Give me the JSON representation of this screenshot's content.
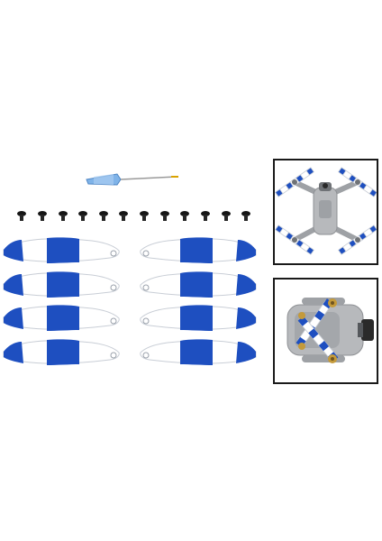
{
  "product": {
    "kind": "drone propeller replacement set",
    "propeller_colors": {
      "primary": "#1e4fc0",
      "primary_dark": "#123a9a",
      "secondary": "#ffffff",
      "outline": "#c9ced6"
    },
    "drone_body_color": "#b7b9bc",
    "screwdriver_handle_color": "#7fb3e8",
    "screw_color": "#151515",
    "components": {
      "propellers": 8,
      "screws": 12,
      "screwdrivers": 1
    },
    "insets": [
      {
        "view": "drone-top-view-unfolded",
        "border_color": "#1a1a1a"
      },
      {
        "view": "drone-top-view-folded",
        "border_color": "#1a1a1a"
      }
    ]
  }
}
